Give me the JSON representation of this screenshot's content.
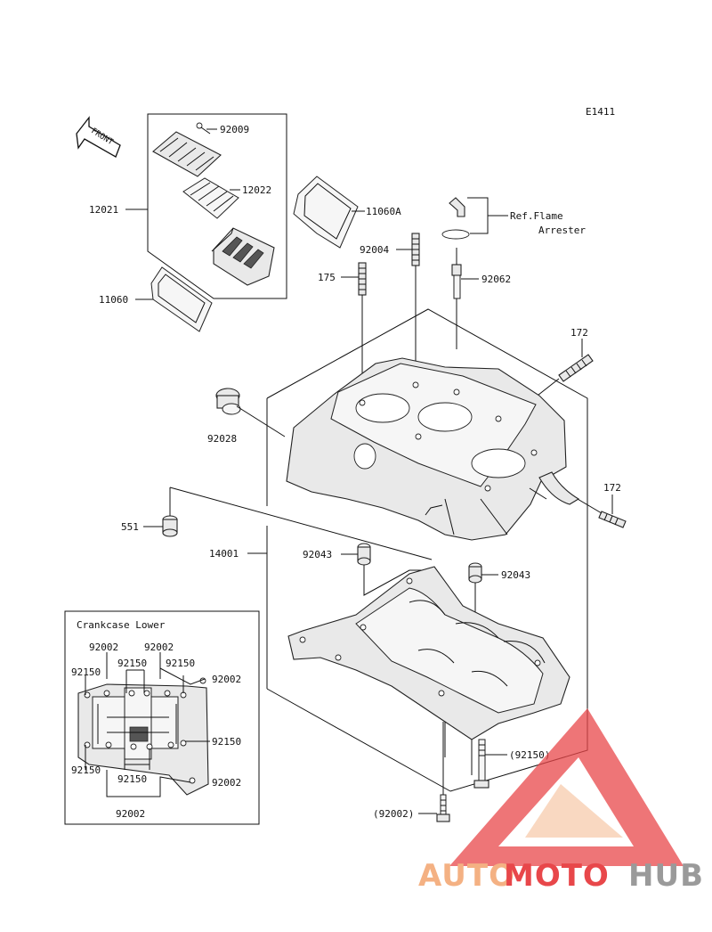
{
  "diagram_code": "E1411",
  "front_label": "FRONT",
  "parts": {
    "p92009": "92009",
    "p12022": "12022",
    "p12021": "12021",
    "p11060A": "11060A",
    "p11060": "11060",
    "p92004": "92004",
    "p175": "175",
    "p92062": "92062",
    "ref_line1": "Ref.Flame",
    "ref_line2": "Arrester",
    "p172_top": "172",
    "p172_right": "172",
    "p92028": "92028",
    "p551": "551",
    "p14001": "14001",
    "p92043_left": "92043",
    "p92043_right": "92043",
    "p92150_paren": "(92150)",
    "p92002_paren": "(92002)"
  },
  "inset": {
    "title": "Crankcase Lower",
    "labels": {
      "a_92002_tl": "92002",
      "a_92002_tr": "92002",
      "a_92150_l": "92150",
      "a_92150_ml": "92150",
      "a_92150_mr": "92150",
      "a_92002_r1": "92002",
      "a_92150_r": "92150",
      "a_92150_bl": "92150",
      "a_92150_bm": "92150",
      "a_92002_r2": "92002",
      "a_92002_b": "92002"
    }
  },
  "watermark": {
    "part1": "AUTO",
    "part2": "MOTO",
    "part3": "HUB",
    "color_orange": "#f4b183",
    "color_red": "#e8474a",
    "color_gray": "#9a9a9a"
  }
}
